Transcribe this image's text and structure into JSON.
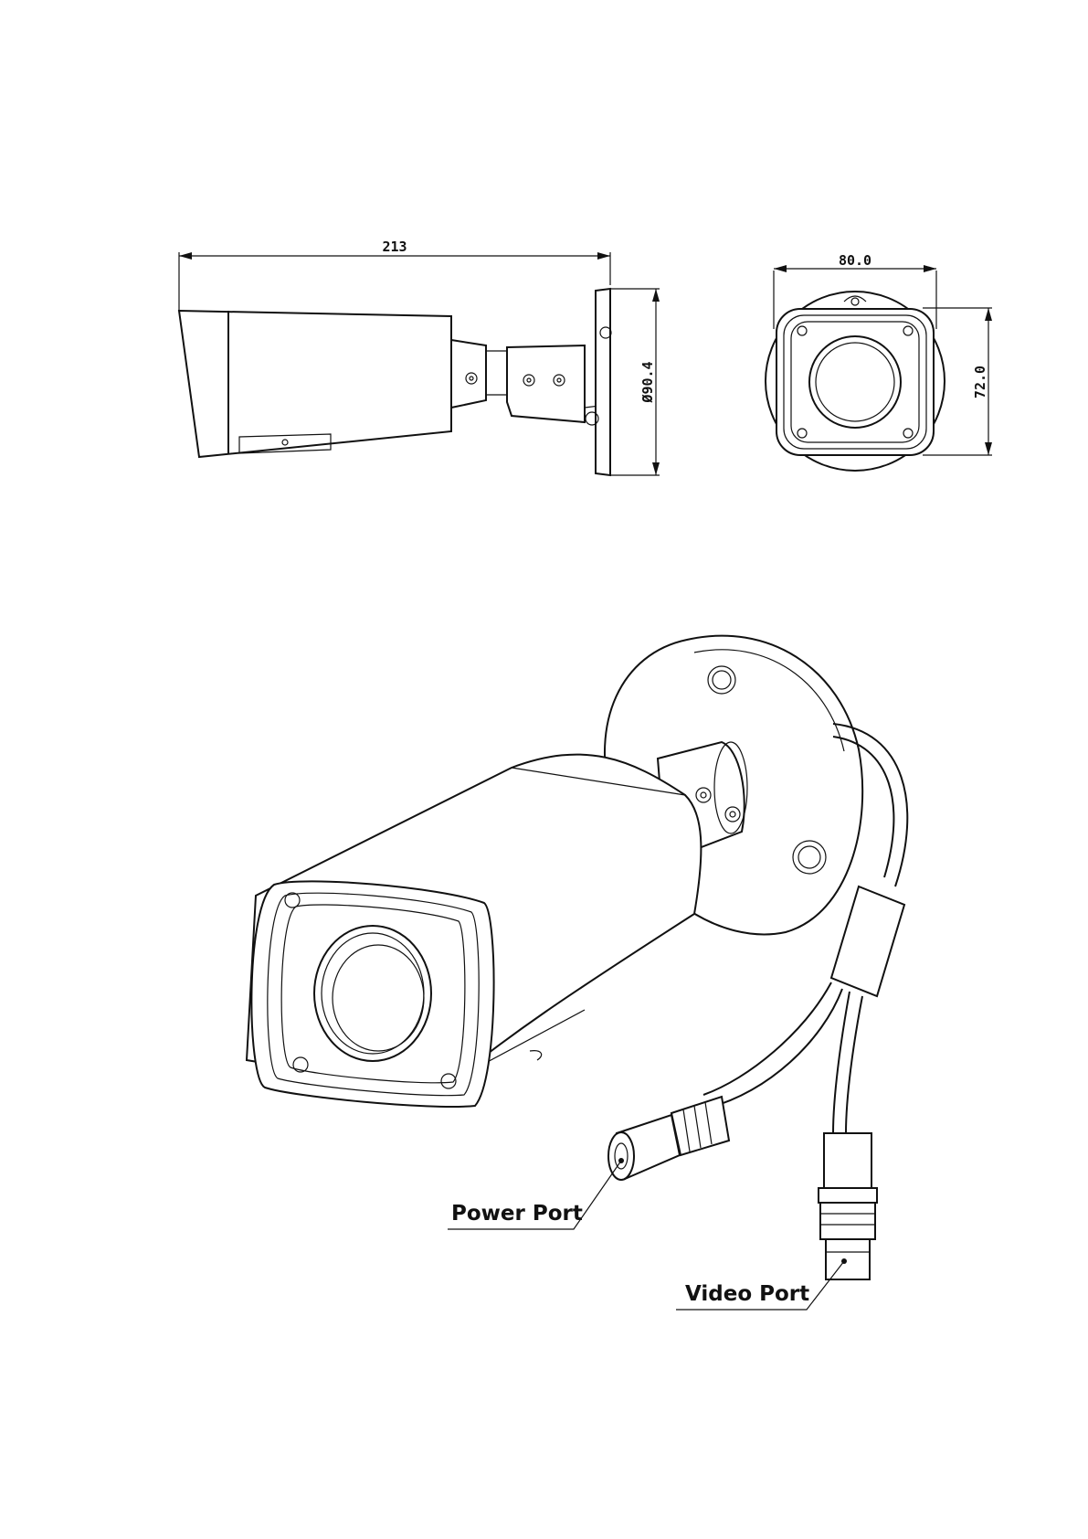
{
  "drawing": {
    "dimensions": {
      "overall_length": "213",
      "mount_diameter": "Ø90.4",
      "front_width": "80.0",
      "front_height": "72.0"
    },
    "callouts": {
      "power_port": "Power Port",
      "video_port": "Video Port"
    },
    "colors": {
      "ink": "#111111",
      "paper": "#ffffff"
    }
  }
}
